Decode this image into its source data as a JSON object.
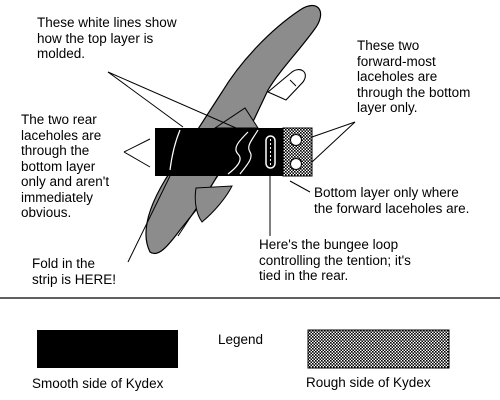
{
  "labels": {
    "white_lines": "These white lines show\nhow the top layer is\nmolded.",
    "forward_laceholes": "These two\nforward-most\nlaceholes are\nthrough the bottom\nlayer only.",
    "rear_laceholes": "The two rear\nlaceholes are\nthrough the\nbottom layer\nonly and aren't\nimmediately\nobvious.",
    "bottom_layer_only": "Bottom layer only where\nthe forward laceholes are.",
    "bungee_loop": "Here's the bungee loop\ncontrolling the tention; it's\ntied in the rear.",
    "fold": "Fold in the\nstrip is HERE!"
  },
  "legend": {
    "title": "Legend",
    "smooth_label": "Smooth side of Kydex",
    "rough_label": "Rough side of Kydex"
  },
  "colors": {
    "smooth_kydex": "#000000",
    "rough_kydex": "#3a3a3a",
    "knife_body": "#8c8c8c",
    "outline": "#000000"
  }
}
